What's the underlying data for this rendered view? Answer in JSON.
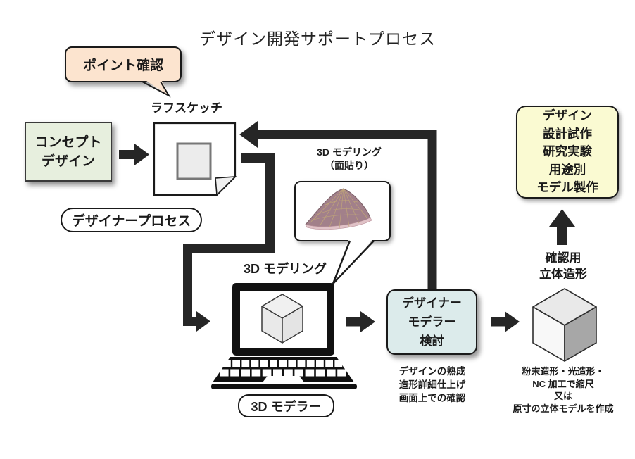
{
  "title": "デザイン開発サポートプロセス",
  "bubble": {
    "label": "ポイント確認"
  },
  "labels": {
    "rough_sketch": "ラフスケッチ",
    "designer_process": "デザイナープロセス",
    "mesh_callout": "3D モデリング\n（面貼り）",
    "modeling_3d": "3D モデリング",
    "modeler_3d": "3D モデラー",
    "confirm_model": "確認用\n立体造形"
  },
  "boxes": {
    "concept": {
      "label": "コンセプト\nデザイン",
      "bg": "#e7efde"
    },
    "review": {
      "label": "デザイナー\nモデラー\n検討",
      "bg": "#dcebeb"
    },
    "purpose": {
      "label": "デザイン\n設計試作\n研究実験\n用途別\nモデル製作",
      "bg": "#fafad2"
    }
  },
  "notes": {
    "review_note": "デザインの熟成\n造形詳細仕上げ\n画面上での確認",
    "cube_note": "粉末造形・光造形・\nNC 加工で縮尺\n又は\n原寸の立体モデルを作成"
  },
  "colors": {
    "bubble_bg": "#fce4cf",
    "concept_bg": "#e7efde",
    "review_bg": "#dcebeb",
    "purpose_bg": "#fafad2",
    "arrow": "#262626",
    "mesh_body": "#a2808a"
  }
}
